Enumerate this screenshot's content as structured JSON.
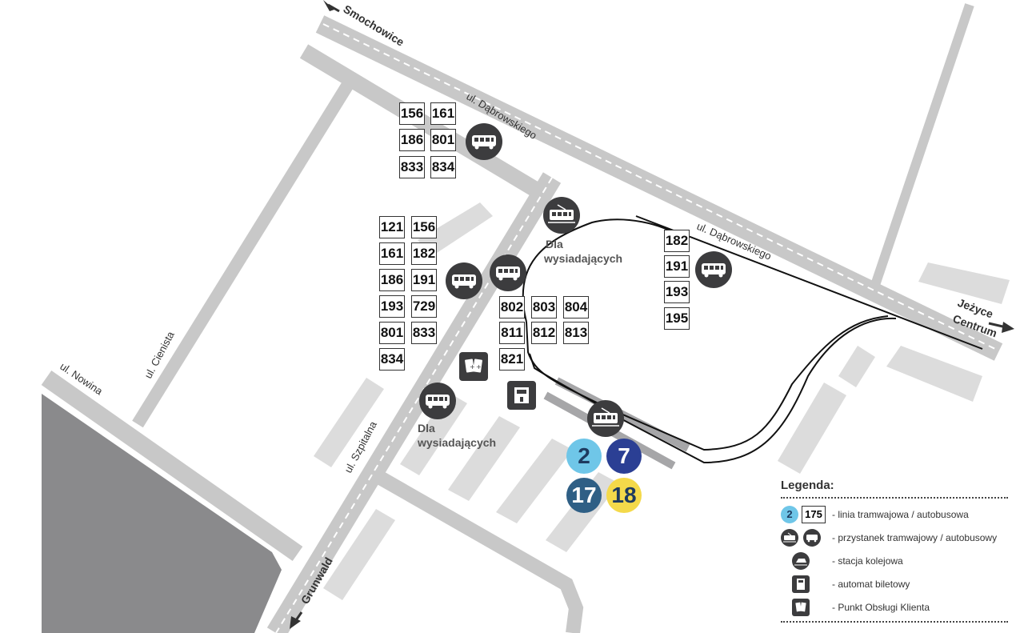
{
  "streets": {
    "dabrowskiego_top": "ul. Dąbrowskiego",
    "dabrowskiego_right": "ul. Dąbrowskiego",
    "cienista": "ul. Cienista",
    "nowina": "ul. Nowina",
    "szpitalna": "ul. Szpitalna"
  },
  "directions": {
    "smochowice": "Smochowice",
    "jezyce": "Jeżyce",
    "centrum": "Centrum",
    "grunwald": "Grunwald"
  },
  "labels": {
    "dla_wysiadajacych_top_1": "Dla",
    "dla_wysiadajacych_top_2": "wysiadających",
    "dla_wysiadajacych_bottom_1": "Dla",
    "dla_wysiadajacych_bottom_2": "wysiadających"
  },
  "stops": {
    "north": [
      "156",
      "161",
      "186",
      "801",
      "833",
      "834"
    ],
    "west": [
      "121",
      "156",
      "161",
      "182",
      "186",
      "191",
      "193",
      "729",
      "801",
      "833",
      "834"
    ],
    "center": [
      "802",
      "803",
      "804",
      "811",
      "812",
      "813",
      "821"
    ],
    "east": [
      "182",
      "191",
      "193",
      "195"
    ]
  },
  "tram_lines": [
    {
      "number": "2",
      "color": "#6fc6e8",
      "text_color": "#1e3a5f"
    },
    {
      "number": "7",
      "color": "#2b3f94",
      "text_color": "#ffffff"
    },
    {
      "number": "17",
      "color": "#2f5f85",
      "text_color": "#ffffff"
    },
    {
      "number": "18",
      "color": "#f4d94a",
      "text_color": "#1e3a5f"
    }
  ],
  "legend": {
    "title": "Legenda:",
    "sample_tram": "2",
    "sample_bus": "175",
    "line_text": "- linia tramwajowa / autobusowa",
    "stop_text": "- przystanek tramwajowy / autobusowy",
    "rail_text": "- stacja kolejowa",
    "ticket_text": "- automat biletowy",
    "service_text": "- Punkt Obsługi Klienta"
  },
  "icons": {
    "bus": "bus-icon",
    "tram": "tram-icon",
    "rail": "rail-station-icon",
    "ticket_machine": "ticket-machine-icon",
    "customer_service": "customer-service-icon"
  },
  "colors": {
    "road": "#c8c8c8",
    "building": "#dcdcdc",
    "dark_block": "#8a8a8c",
    "icon_bg": "#3c3c3e",
    "track": "#111111"
  }
}
